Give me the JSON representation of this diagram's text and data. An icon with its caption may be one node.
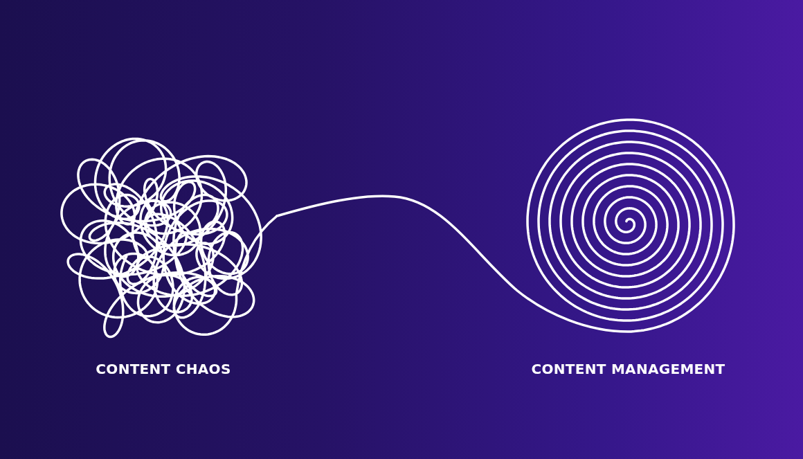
{
  "diagram": {
    "nodes": [
      {
        "text": [],
        "shape": "picture",
        "beside": [
          "CONTENT CHAOS"
        ]
      },
      {
        "text": [],
        "shape": "picture",
        "beside": [
          "CONTENT MANAGEMENT"
        ]
      }
    ],
    "edges": [
      {
        "from": 0,
        "to": 1,
        "arrow": "none"
      }
    ]
  }
}
